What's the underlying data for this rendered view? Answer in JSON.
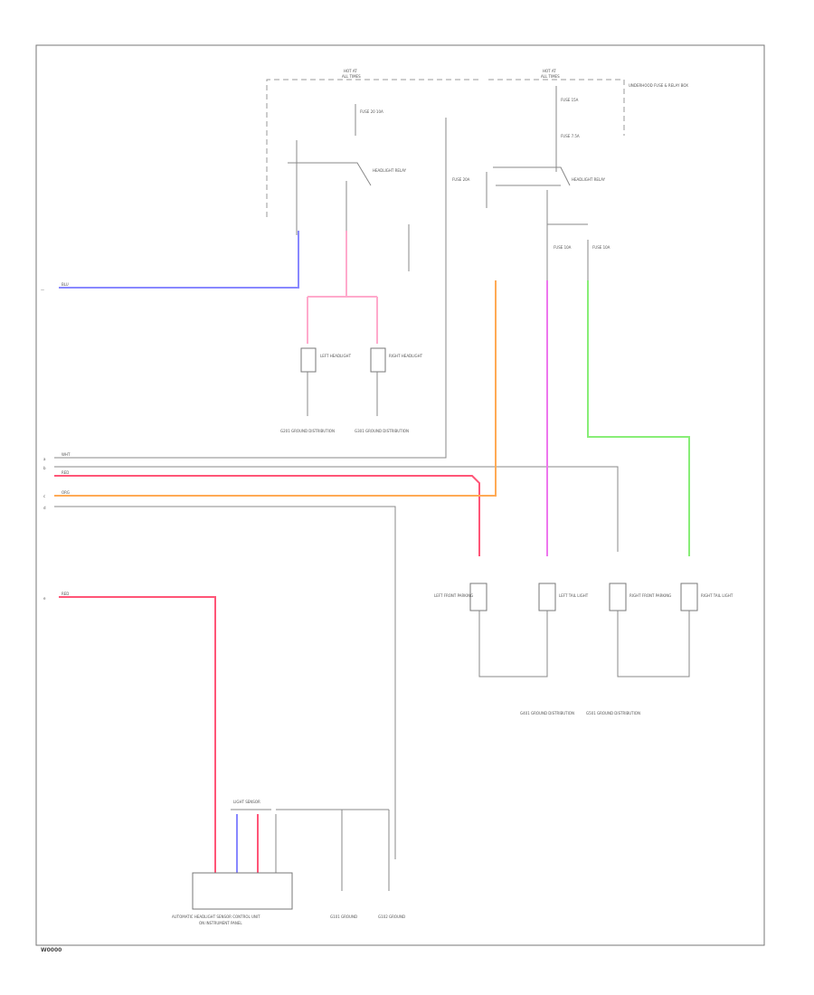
{
  "colors": {
    "blue": "#8888ff",
    "red": "#ff5577",
    "pink": "#ee77ee",
    "orange": "#ffaa55",
    "green": "#88ee77",
    "gray": "#999999",
    "light_red": "#ffaacc"
  },
  "labels": {
    "hot_left": "HOT AT",
    "hot_left_2": "ALL TIMES",
    "hot_right": "HOT AT",
    "hot_right_2": "ALL TIMES",
    "note_top_right": "UNDERHOOD FUSE & RELAY BOX",
    "fuse_a": "FUSE 20 10A",
    "fuse_b": "FUSE 15A",
    "fuse_c": "FUSE 7.5A",
    "fuse_d": "FUSE 20A",
    "fuse_e": "FUSE 10A",
    "fuse_f": "FUSE 10A",
    "relay_left": "HEADLIGHT RELAY",
    "relay_right": "HEADLIGHT RELAY",
    "lamp_left": "LEFT HEADLIGHT",
    "lamp_right": "RIGHT HEADLIGHT",
    "gnd_left": "G201 GROUND DISTRIBUTION",
    "gnd_right": "G301 GROUND DISTRIBUTION",
    "lamp_row_1": "LEFT FRONT PARKING",
    "lamp_row_2": "LEFT TAIL LIGHT",
    "lamp_row_3": "RIGHT FRONT PARKING",
    "lamp_row_4": "RIGHT TAIL LIGHT",
    "gnd_lower_left": "G401 GROUND DISTRIBUTION",
    "gnd_lower_right": "G501 GROUND DISTRIBUTION",
    "sensor_top": "LIGHT SENSOR",
    "sensor_box": "AUTOMATIC HEADLIGHT SENSOR CONTROL UNIT",
    "sensor_box_2": "ON INSTRUMENT PANEL",
    "gnd_bottom_1": "G101 GROUND",
    "gnd_bottom_2": "G102 GROUND",
    "wire_blu": "BLU",
    "wire_wht": "WHT",
    "wire_red": "RED",
    "wire_org": "ORG",
    "wire_red2": "RED",
    "corner_code": "W0000"
  }
}
